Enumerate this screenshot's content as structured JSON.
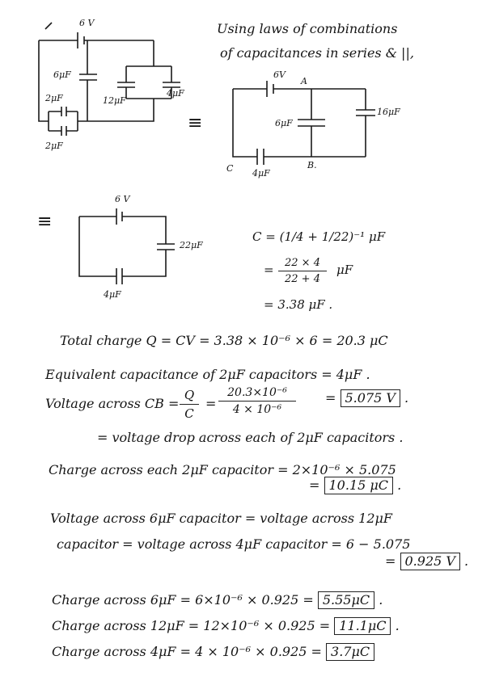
{
  "circuit1": {
    "battery": "6 V",
    "c_6": "6μF",
    "c_2a": "2μF",
    "c_2b": "2μF",
    "c_12": "12μF",
    "c_4": "4μF"
  },
  "intro": {
    "line1": "Using laws of combinations",
    "line2": "of capacitances in series & ||,"
  },
  "circuit2": {
    "battery": "6V",
    "node_a": "A",
    "node_b": "B.",
    "node_c": "C",
    "c_6": "6μF",
    "c_16": "16μF",
    "c_4": "4μF"
  },
  "equiv_symbol": "≡",
  "circuit3": {
    "battery": "6 V",
    "c_22": "22μF",
    "c_4": "4μF"
  },
  "calc": {
    "line1_lhs": "C = (",
    "line1_f1": "1/4",
    "line1_plus": "+",
    "line1_f2": "1/22",
    "line1_rhs": ")⁻¹ μF",
    "line2_num": "22 × 4",
    "line2_den": "22 + 4",
    "line2_prefix": "=",
    "line2_unit": "μF",
    "line3": "= 3.38 μF ."
  },
  "body": {
    "total_charge": "Total charge Q = CV = 3.38 × 10⁻⁶ × 6   = 20.3 μC",
    "equiv_cap": "Equivalent capacitance of 2μF capacitors  = 4μF .",
    "voltage_cb_prefix": "Voltage across CB =",
    "voltage_cb_frac_num": "Q",
    "voltage_cb_frac_den": "C",
    "voltage_cb_eq": "=",
    "voltage_cb_num": "20.3×10⁻⁶",
    "voltage_cb_den": "4 × 10⁻⁶",
    "voltage_cb_result": "5.075 V",
    "drop_each": "= voltage drop across each of 2μF capacitors .",
    "charge_each_prefix": "Charge across each 2μF capacitor = 2×10⁻⁶ × 5.075",
    "charge_each_result": "10.15 μC",
    "v6_line1": "Voltage across  6μF capacitor  = voltage across  12μF",
    "v6_line2": "capacitor  =  voltage across 4μF capacitor  =  6 − 5.075",
    "v6_result": "0.925 V",
    "q6_prefix": "Charge across 6μF    =    6×10⁻⁶ × 0.925  =",
    "q6_result": "5.55μC",
    "q12_prefix": "Charge across  12μF    =   12×10⁻⁶ × 0.925  =",
    "q12_result": "11.1μC",
    "q4_prefix": "Charge across  4μF    =   4 × 10⁻⁶ × 0.925  =",
    "q4_result": "3.7μC"
  }
}
